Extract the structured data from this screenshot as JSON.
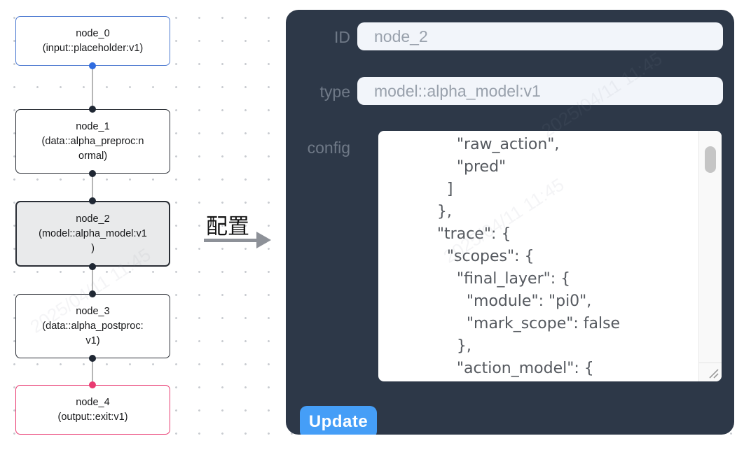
{
  "watermark": {
    "text": "2025/04/11 11:45"
  },
  "flow": {
    "nodes": [
      {
        "title": "node_0",
        "subtitle": "(input::placeholder:v1)",
        "kind": "input",
        "selected": false
      },
      {
        "title": "node_1",
        "subtitle": "(data::alpha_preproc:n\normal)",
        "kind": "process",
        "selected": false
      },
      {
        "title": "node_2",
        "subtitle": "(model::alpha_model:v1\n)",
        "kind": "process",
        "selected": true
      },
      {
        "title": "node_3",
        "subtitle": "(data::alpha_postproc:\nv1)",
        "kind": "process",
        "selected": false
      },
      {
        "title": "node_4",
        "subtitle": "(output::exit:v1)",
        "kind": "output",
        "selected": false
      }
    ]
  },
  "transition": {
    "label": "配置"
  },
  "panel": {
    "id_field": {
      "label": "ID",
      "value": "node_2"
    },
    "type_field": {
      "label": "type",
      "value": "model::alpha_model:v1"
    },
    "config_field": {
      "label": "config",
      "value": "              \"raw_action\",\n              \"pred\"\n            ]\n          },\n          \"trace\": {\n            \"scopes\": {\n              \"final_layer\": {\n                \"module\": \"pi0\",\n                \"mark_scope\": false\n              },\n              \"action_model\": {"
    },
    "update_button": {
      "label": "Update"
    }
  },
  "colors": {
    "panel_bg": "#2d3848",
    "button_blue": "#459ef7",
    "input_node_accent": "#4a78d0",
    "input_port_accent": "#2f6ce0",
    "output_node_accent": "#e93a71",
    "node_border_dark": "#2a2e35",
    "selected_node_bg": "#e9eaeb"
  }
}
